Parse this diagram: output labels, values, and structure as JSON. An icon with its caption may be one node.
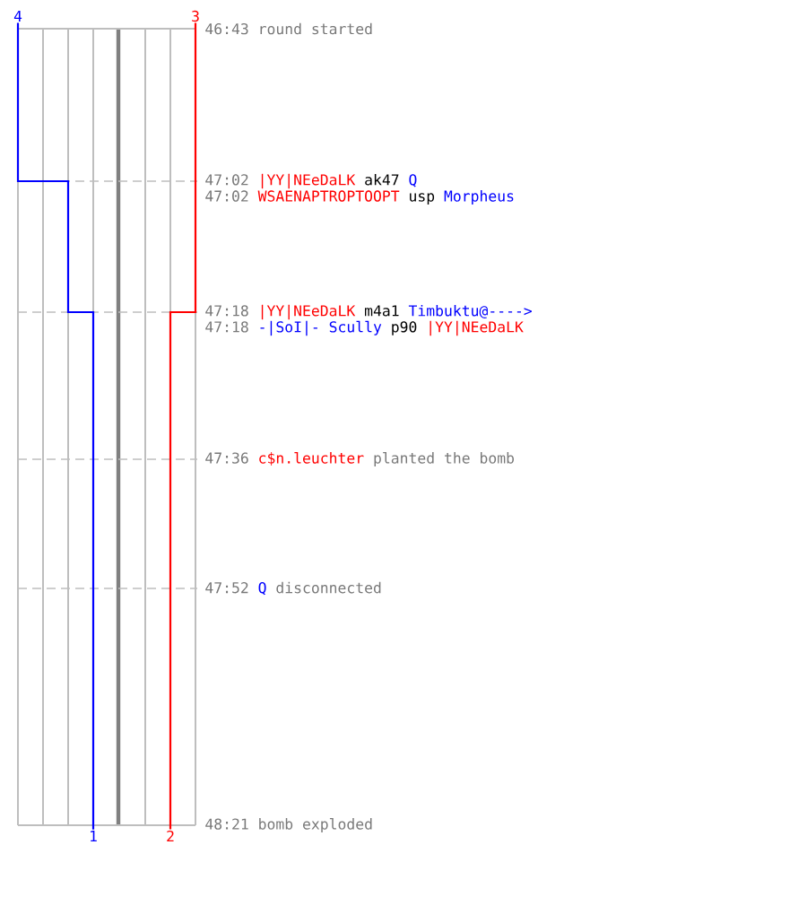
{
  "diagram": {
    "nodes": [
      {
        "text": [
          "4"
        ]
      },
      {
        "text": [
          "3"
        ]
      },
      {
        "text": [
          "1"
        ]
      },
      {
        "text": [
          "2"
        ]
      }
    ],
    "edges": [
      {
        "from": 0,
        "to": 2,
        "arrow": "none",
        "color": "#0000ff"
      },
      {
        "from": 1,
        "to": 3,
        "arrow": "none",
        "color": "#ff0000"
      }
    ],
    "labels": [
      "46:43",
      "round started",
      "47:02",
      "|YY|NEeDaLK",
      "ak47",
      "Q",
      "47:02",
      "WSAENAPTROPTOOPT",
      "usp",
      "Morpheus",
      "47:18",
      "|YY|NEeDaLK",
      "m4a1",
      "Timbuktu@---->",
      "47:18",
      "-|SoI|- Scully",
      "p90",
      "|YY|NEeDaLK",
      "47:36",
      "c$n.leuchter",
      "planted the bomb",
      "47:52",
      "Q",
      "disconnected",
      "48:21",
      "bomb exploded"
    ]
  }
}
